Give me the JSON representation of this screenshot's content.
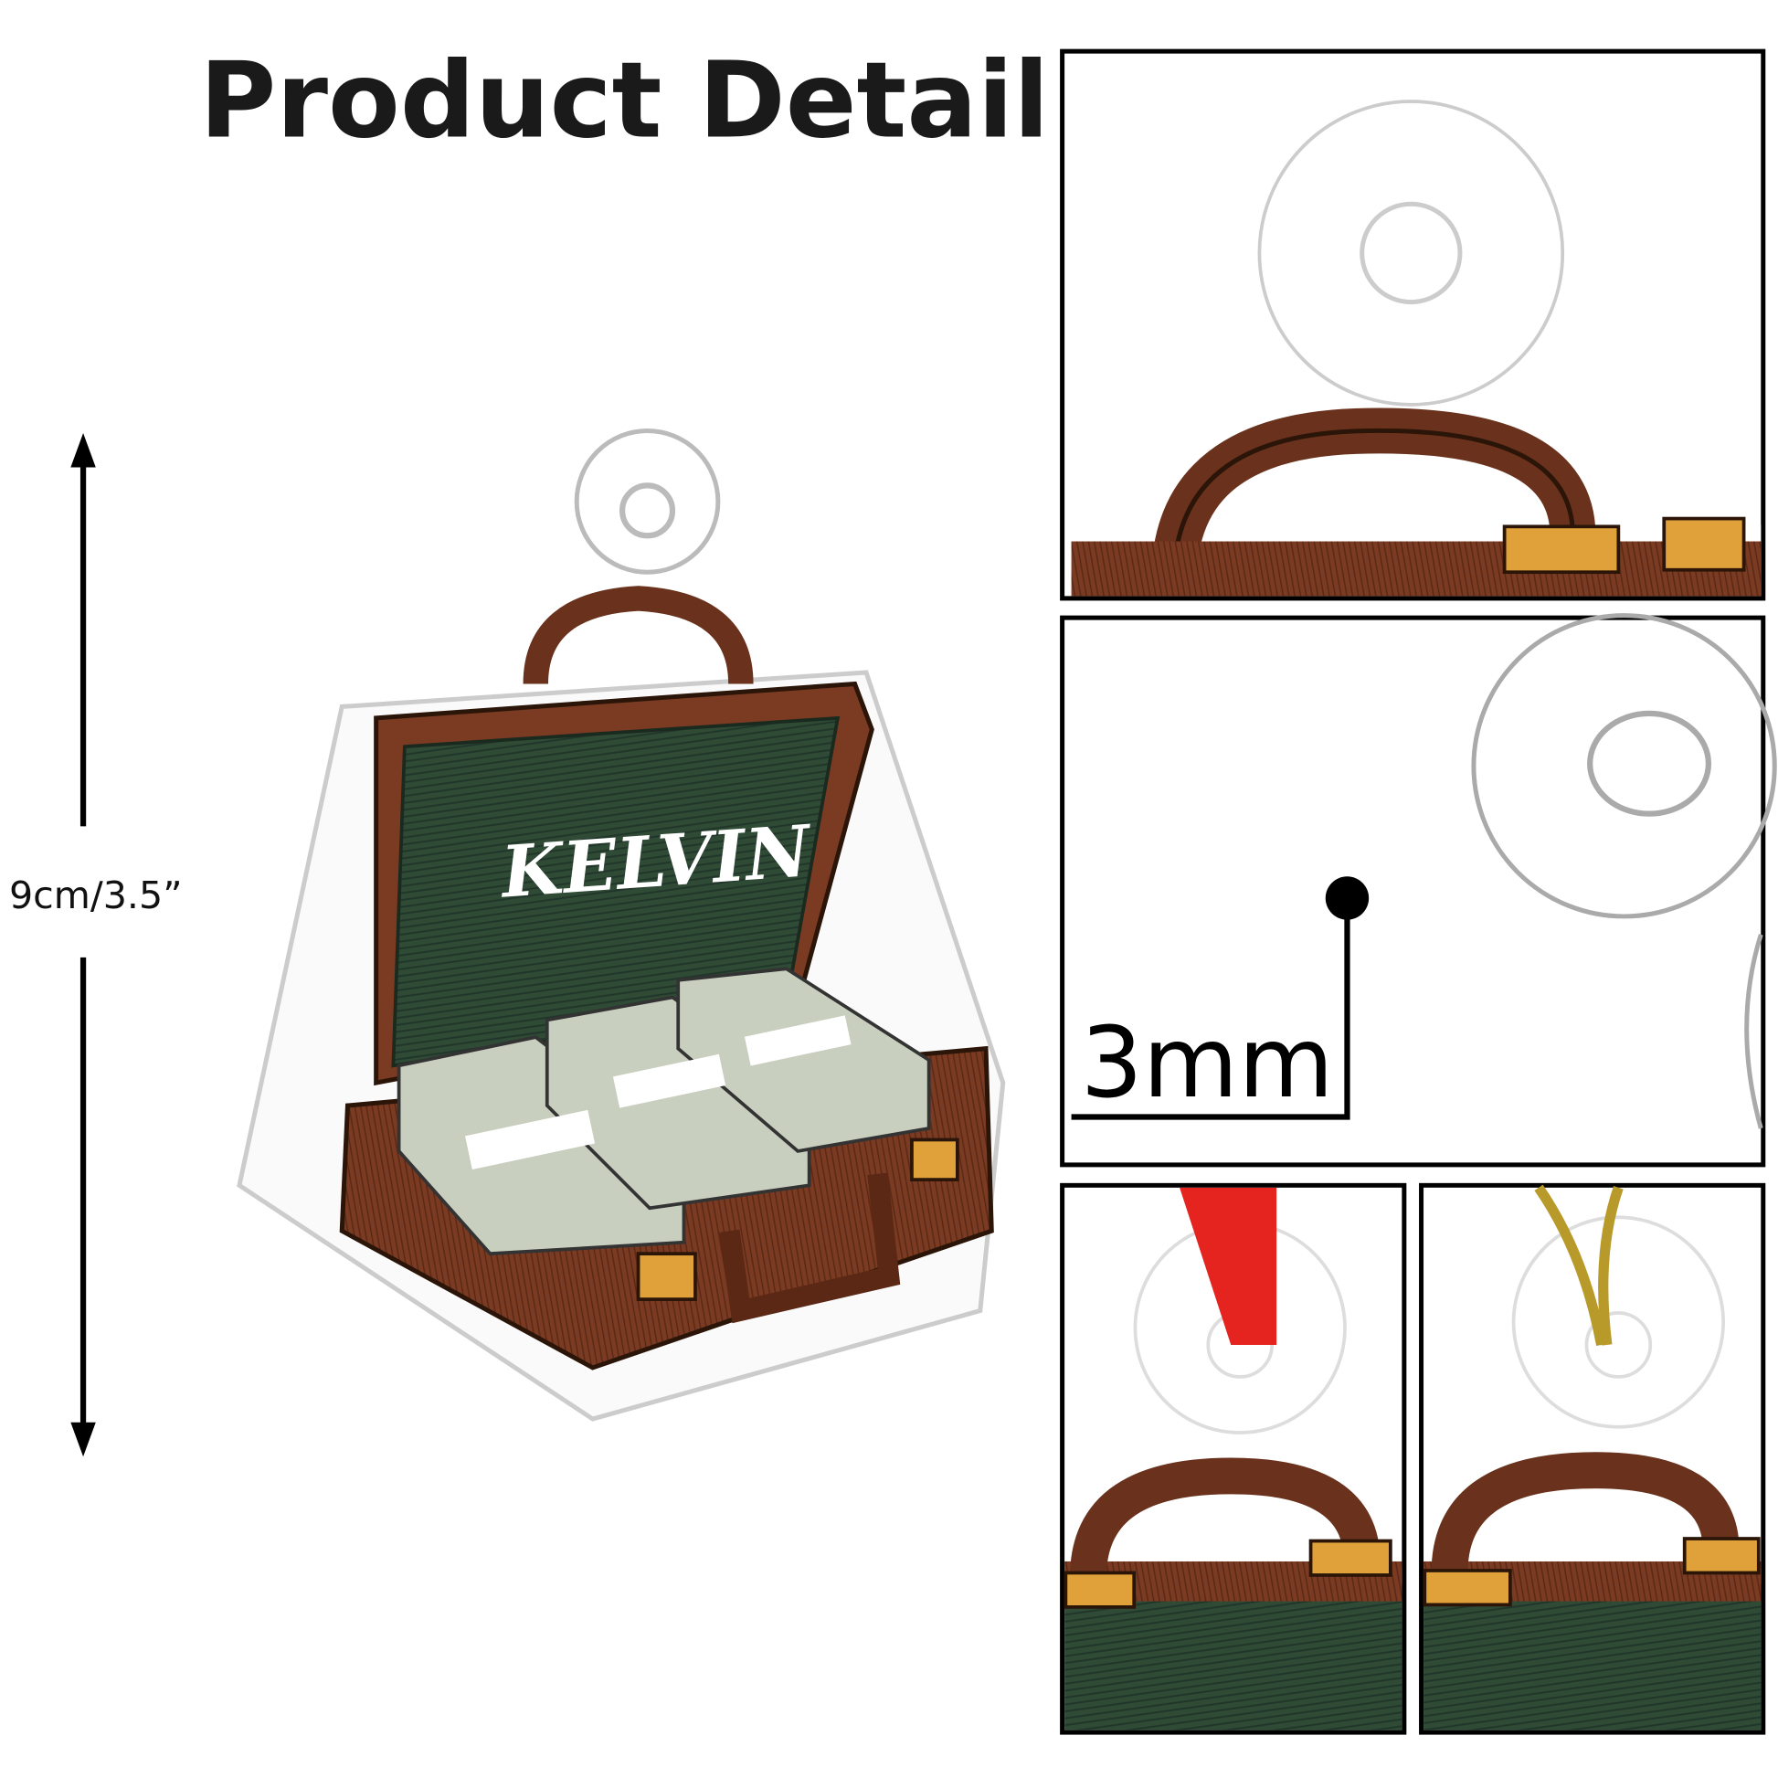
{
  "title": "Product Detail",
  "dimension_label": "9cm/3.5”",
  "thickness_label": "3mm",
  "personalized_name": "KELVIN",
  "colors": {
    "case_brown": "#7a3b22",
    "lining_green": "#2f4a35",
    "brass": "#e0a13a",
    "ribbon_red": "#e52420",
    "cord_gold": "#b89a2a"
  },
  "panels": [
    "hanger-closeup",
    "thickness-closeup",
    "red-ribbon-option",
    "gold-cord-option"
  ]
}
